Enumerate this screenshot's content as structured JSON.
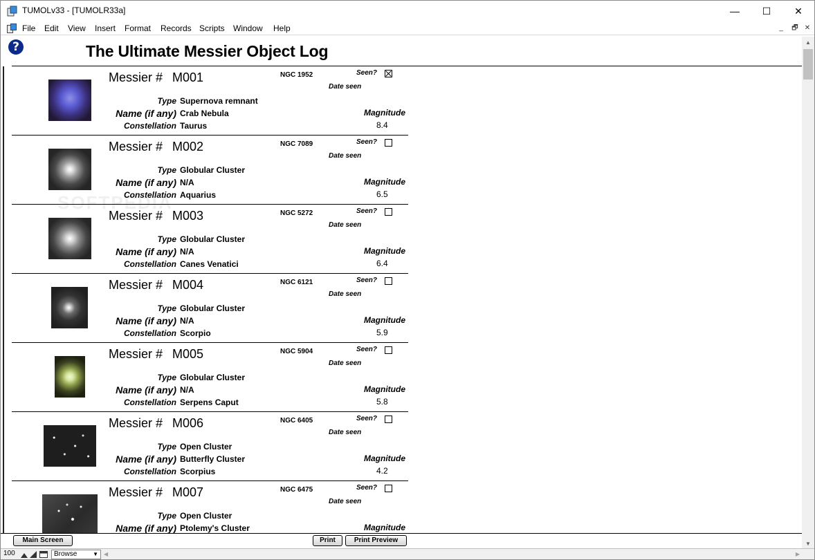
{
  "window": {
    "title": "TUMOLv33 - [TUMOLR33a]",
    "minimize": "—",
    "maximize": "☐",
    "close": "✕"
  },
  "menu": [
    "File",
    "Edit",
    "View",
    "Insert",
    "Format",
    "Records",
    "Scripts",
    "Window",
    "Help"
  ],
  "mdi_controls": {
    "minimize": "_",
    "restore": "🗗",
    "close": "✕"
  },
  "page": {
    "help_glyph": "?",
    "title": "The Ultimate Messier Object Log",
    "messier_label": "Messier #",
    "seen_label": "Seen?",
    "date_label": "Date seen",
    "type_label": "Type",
    "name_label": "Name (if any)",
    "constellation_label": "Constellation",
    "magnitude_label": "Magnitude",
    "watermark": "SOFTPEDIA"
  },
  "records": [
    {
      "id": "M001",
      "ngc": "NGC 1952",
      "seen": true,
      "type": "Supernova remnant",
      "name": "Crab Nebula",
      "constellation": "Taurus",
      "magnitude": "8.4"
    },
    {
      "id": "M002",
      "ngc": "NGC 7089",
      "seen": false,
      "type": "Globular Cluster",
      "name": "N/A",
      "constellation": "Aquarius",
      "magnitude": "6.5"
    },
    {
      "id": "M003",
      "ngc": "NGC 5272",
      "seen": false,
      "type": "Globular Cluster",
      "name": "N/A",
      "constellation": "Canes Venatici",
      "magnitude": "6.4"
    },
    {
      "id": "M004",
      "ngc": "NGC 6121",
      "seen": false,
      "type": "Globular Cluster",
      "name": "N/A",
      "constellation": "Scorpio",
      "magnitude": "5.9"
    },
    {
      "id": "M005",
      "ngc": "NGC 5904",
      "seen": false,
      "type": "Globular Cluster",
      "name": "N/A",
      "constellation": "Serpens Caput",
      "magnitude": "5.8"
    },
    {
      "id": "M006",
      "ngc": "NGC 6405",
      "seen": false,
      "type": "Open Cluster",
      "name": "Butterfly Cluster",
      "constellation": "Scorpius",
      "magnitude": "4.2"
    },
    {
      "id": "M007",
      "ngc": "NGC 6475",
      "seen": false,
      "type": "Open Cluster",
      "name": "Ptolemy's Cluster",
      "constellation": "",
      "magnitude": ""
    }
  ],
  "buttons": {
    "main_screen": "Main Screen",
    "print": "Print",
    "print_preview": "Print Preview"
  },
  "status": {
    "zoom": "100",
    "mode": "Browse"
  },
  "colors": {
    "help_icon": "#0b2a8a",
    "accent_nebula": "#5a5ad0",
    "cluster_tint": "#d8e8a0"
  }
}
